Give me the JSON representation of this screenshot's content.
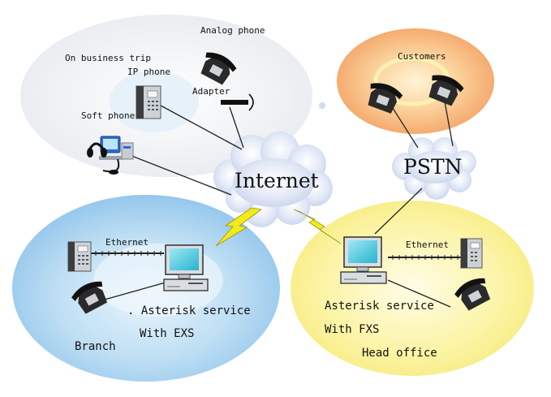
{
  "labels": {
    "analog_phone": "Analog phone",
    "business_trip": "On business trip",
    "ip_phone": "IP phone",
    "adapter": "Adapter",
    "soft_phone": "Soft phone",
    "customers": "Customers",
    "internet": "Internet",
    "pstn": "PSTN",
    "ethernet_branch": "Ethernet",
    "ethernet_head": "Ethernet",
    "branch_asterisk": ". Asterisk service",
    "branch_with": "With EXS",
    "branch_name": "Branch",
    "head_asterisk": "Asterisk service",
    "head_with": "With FXS",
    "head_name": "Head office"
  },
  "colors": {
    "branch_zone": "#a9d3f0",
    "head_zone": "#fbf3a0",
    "customer_zone": "#f4b27e",
    "cloud": "#d2ddf0",
    "bolt": "#f2ea1a",
    "line": "#222222"
  }
}
